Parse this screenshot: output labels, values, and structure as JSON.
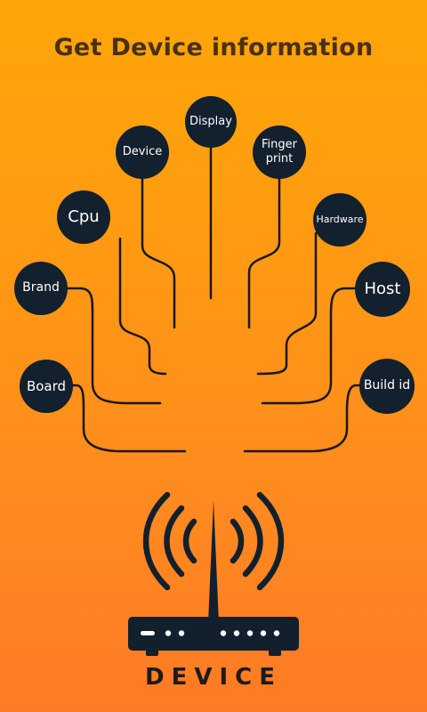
{
  "app": {
    "title": "Get Device information"
  },
  "nodes": {
    "display": "Display",
    "device": "Device",
    "fingerprint_line1": "Finger",
    "fingerprint_line2": "print",
    "cpu": "Cpu",
    "hardware": "Hardware",
    "brand": "Brand",
    "host": "Host",
    "board": "Board",
    "build_id": "Build id"
  },
  "footer": {
    "label": "DEVICE"
  },
  "colors": {
    "background_top": "#ffa607",
    "background_bottom": "#ff7a26",
    "node_fill": "#13202d",
    "node_text": "#ffffff",
    "line_color": "#1a1714",
    "title_color": "#4a3014"
  },
  "icons": {
    "router": "router-wifi-icon"
  }
}
